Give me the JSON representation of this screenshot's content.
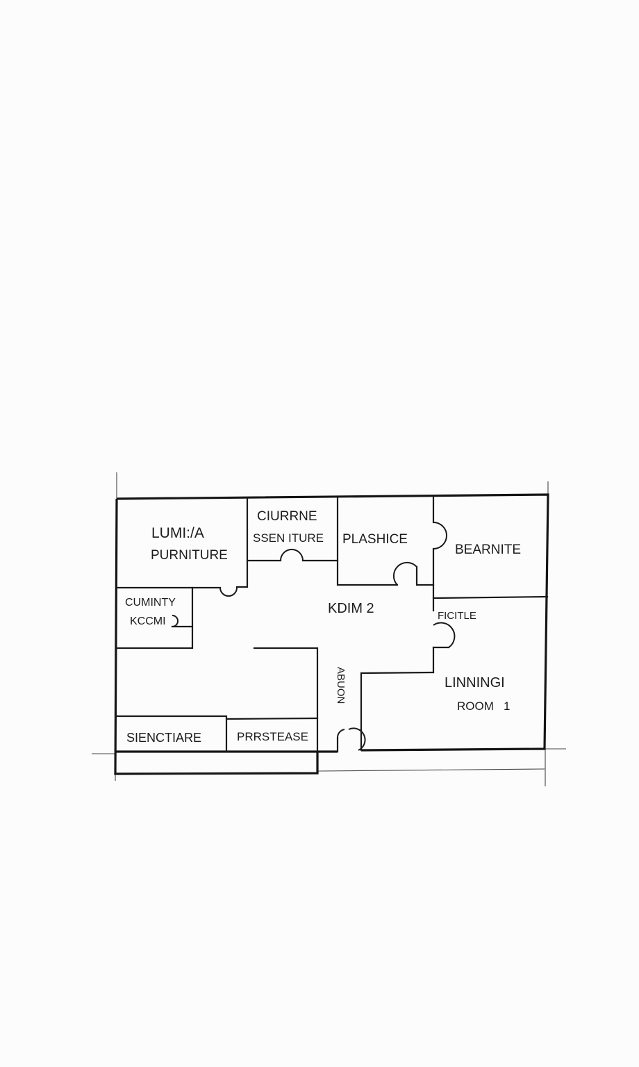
{
  "colors": {
    "background": "#fbfcfb",
    "ink": "#1c1c1c"
  },
  "rooms": {
    "lumia_line1": "LUMI:/A",
    "lumia_line2": "PURNITURE",
    "ciurrne_line1": "CIURRNE",
    "ciurrne_line2": "SSEN ITURE",
    "plashice": "PLASHICE",
    "bearnite": "BEARNITE",
    "cuminty_line1": "CUMINTY",
    "cuminty_line2": "KCCMI",
    "kdim": "KDIM 2",
    "ficitle": "FICITLE",
    "abuon": "ABUON",
    "linning_line1": "LINNINGI",
    "linning_line2": "ROOM   1",
    "sienctiare": "SIENCTIARE",
    "prrstease": "PRRSTEASE"
  }
}
